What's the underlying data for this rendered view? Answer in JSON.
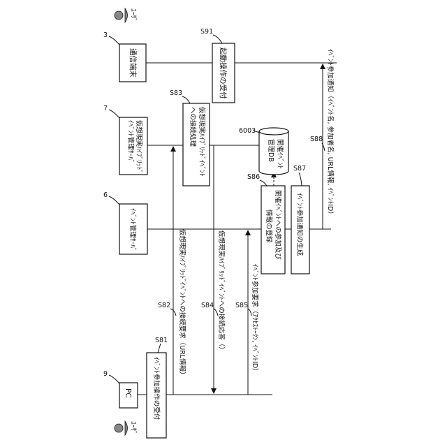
{
  "actors": {
    "user_right": "ﾕｰｻﾞ",
    "user_left": "ﾕｰｻﾞ",
    "pc": {
      "label": "PC",
      "ref": "9"
    },
    "event_server": {
      "label": "ｲﾍﾞﾝﾄ管理ｻｰﾊﾞ",
      "ref": "6"
    },
    "vr_server": {
      "line1": "仮想現実ﾊｲﾌﾞﾘｯﾄﾞ",
      "line2": "ｲﾍﾞﾝﾄ管理ｻｰﾊﾞ",
      "ref": "7"
    },
    "terminal": {
      "label": "通信端末",
      "ref": "3"
    }
  },
  "steps": {
    "s81": {
      "id": "S81",
      "text": "ｲﾍﾞﾝﾄ参加操作の受付"
    },
    "s82": {
      "id": "S82",
      "text": "仮想現実ﾊｲﾌﾞﾘｯﾄﾞｲﾍﾞﾝﾄへの接続要求（URL情報）"
    },
    "s83": {
      "id": "S83",
      "line1": "仮想現実ﾊｲﾌﾞﾘｯﾄﾞｲﾍﾞﾝﾄ",
      "line2": "への接続処理"
    },
    "s84": {
      "id": "S84",
      "text": "仮想現実ﾊｲﾌﾞﾘｯﾄﾞｲﾍﾞﾝﾄへの接続応答（）"
    },
    "s85": {
      "id": "S85",
      "text": "ｲﾍﾞﾝﾄ参加要求（ｱｸｾｽﾄｰｸﾝ, ｲﾍﾞﾝﾄID）"
    },
    "s86": {
      "id": "S86",
      "line1": "開催ｲﾍﾞﾝﾄへの参加及び",
      "line2": "情報の登録"
    },
    "s87": {
      "id": "S87",
      "text": "ｲﾍﾞﾝﾄ参加通知の生成"
    },
    "s88": {
      "id": "S88",
      "text": "ｲﾍﾞﾝﾄ参加通知（ｲﾍﾞﾝﾄ名, 参加者名, URL情報, ｲﾍﾞﾝﾄID）"
    },
    "s91": {
      "id": "S91",
      "text": "起動操作の受付"
    }
  },
  "db": {
    "ref": "6003",
    "line1": "開催ｲﾍﾞﾝﾄ",
    "line2": "管理DB"
  }
}
